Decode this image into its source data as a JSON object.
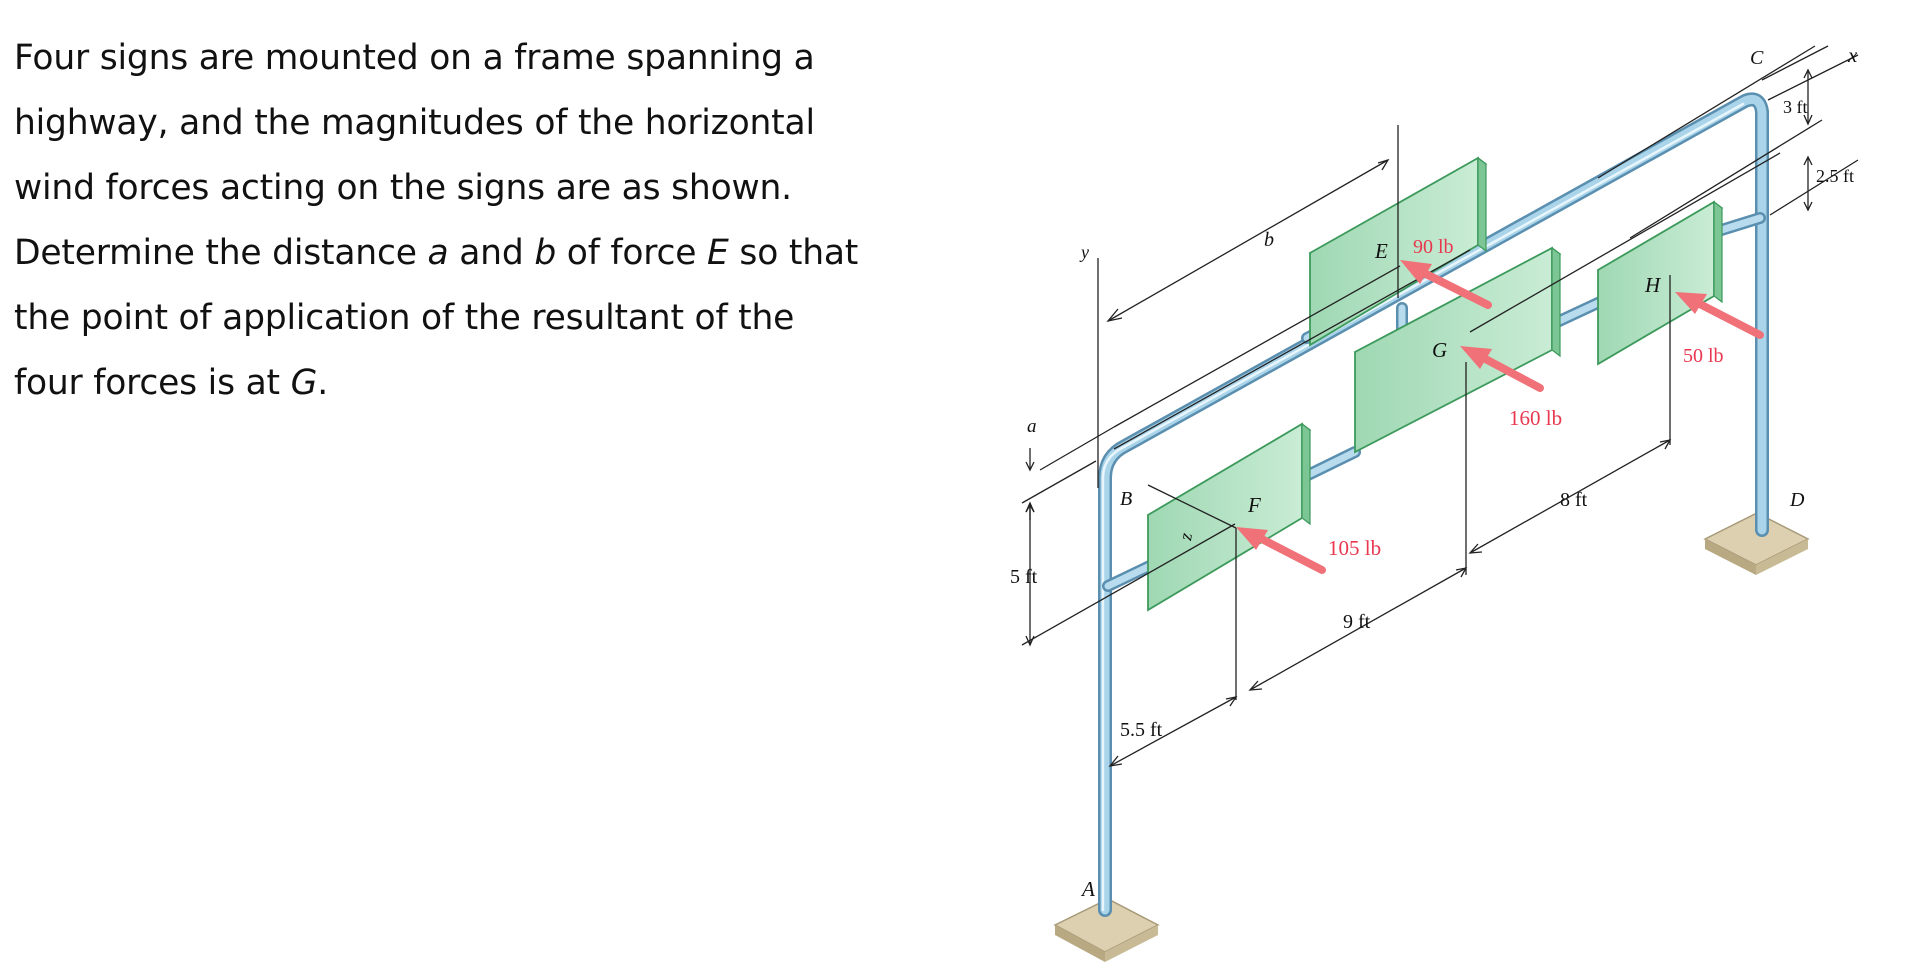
{
  "problem": {
    "line1": "Four signs are mounted on a frame spanning a",
    "line2": "highway, and the magnitudes of the horizontal",
    "line3": "wind forces acting on the signs are as shown.",
    "line4_a": "Determine the distance ",
    "var_a": "a",
    "line4_b": " and ",
    "var_b": "b",
    "line4_c": " of force ",
    "var_E": "E",
    "line4_d": " so that",
    "line5": "the point of application of the resultant of the",
    "line6_a": "four forces is at ",
    "var_G": "G",
    "line6_b": "."
  },
  "figure": {
    "points": {
      "A": "A",
      "B": "B",
      "C": "C",
      "D": "D"
    },
    "signs": {
      "E": "E",
      "F": "F",
      "G": "G",
      "H": "H"
    },
    "axes": {
      "x": "x",
      "y": "y",
      "z": "z"
    },
    "forces": {
      "E": "90 lb",
      "F": "105 lb",
      "G": "160 lb",
      "H": "50 lb"
    },
    "dimensions": {
      "a": "a",
      "b": "b",
      "left_height": "5 ft",
      "top_offset": "3 ft",
      "mid_offset": "2.5 ft",
      "d1": "5.5 ft",
      "d2": "9 ft",
      "d3": "8 ft"
    },
    "colors": {
      "sign": "#b8e3c8",
      "pipe": "#7fb6d6",
      "force": "#f07178",
      "base": "#d4c6a6"
    }
  }
}
